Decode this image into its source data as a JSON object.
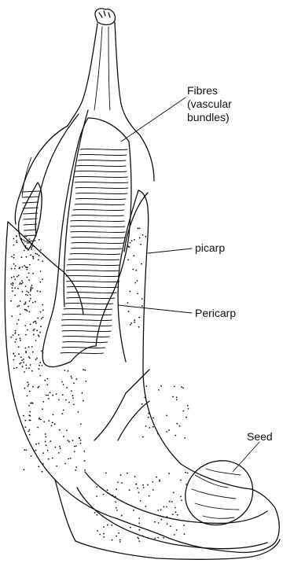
{
  "labels": {
    "fibres_line1": "Fibres",
    "fibres_line2": "(vascular",
    "fibres_line3": "bundles)",
    "epicarp": "picarp",
    "pericarp": "Pericarp",
    "seed": "Seed"
  }
}
